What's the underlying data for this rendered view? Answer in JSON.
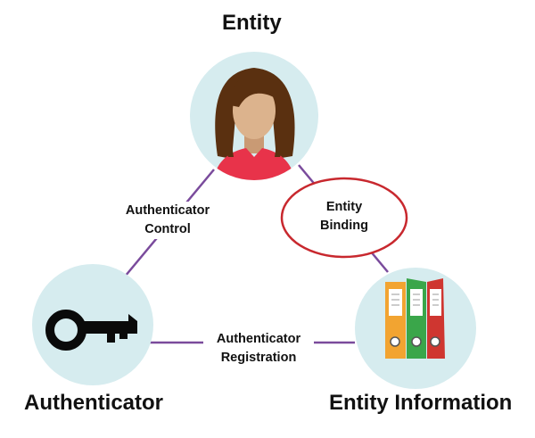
{
  "nodes": {
    "entity": {
      "title": "Entity"
    },
    "authenticator": {
      "title": "Authenticator"
    },
    "entity_information": {
      "title": "Entity Information"
    }
  },
  "edges": {
    "authenticator_control": {
      "line1": "Authenticator",
      "line2": "Control"
    },
    "entity_binding": {
      "line1": "Entity",
      "line2": "Binding"
    },
    "authenticator_registration": {
      "line1": "Authenticator",
      "line2": "Registration"
    }
  },
  "colors": {
    "circle_fill": "#d6ecef",
    "connector": "#7a4b9c",
    "highlight_ring": "#c8282e",
    "shirt": "#e8334a",
    "hair": "#5a3010",
    "skin": "#dcb38d",
    "key": "#0a0a0a",
    "binder_orange": "#f2a431",
    "binder_green": "#3aa64a",
    "binder_red": "#cf3630"
  }
}
